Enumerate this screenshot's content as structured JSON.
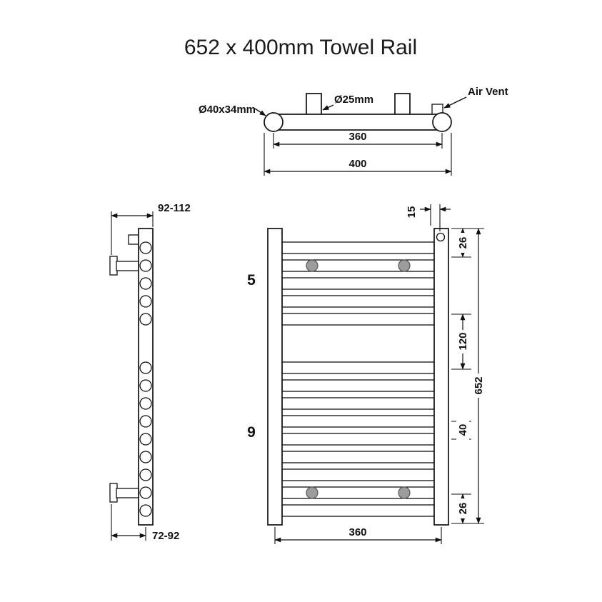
{
  "title": "652 x 400mm Towel Rail",
  "colors": {
    "line": "#111111",
    "bracket_dot": "#9c9c9c"
  },
  "top_view": {
    "end_diameter_label": "Ø40x34mm",
    "pipe_diameter_label": "Ø25mm",
    "air_vent_label": "Air Vent",
    "dim_pipe_centres": "360",
    "dim_overall_width": "400"
  },
  "side_view": {
    "dim_top_bracket_depth": "92-112",
    "dim_bottom_bracket_depth": "72-92"
  },
  "front_view": {
    "upper_rail_count": "5",
    "lower_rail_count": "9",
    "dim_air_vent_offset": "15",
    "dim_top_to_first_rail": "26",
    "dim_centre_gap": "120",
    "dim_overall_height": "652",
    "dim_rail_pitch": "40",
    "dim_last_rail_to_bottom": "26",
    "dim_rail_width": "360"
  }
}
